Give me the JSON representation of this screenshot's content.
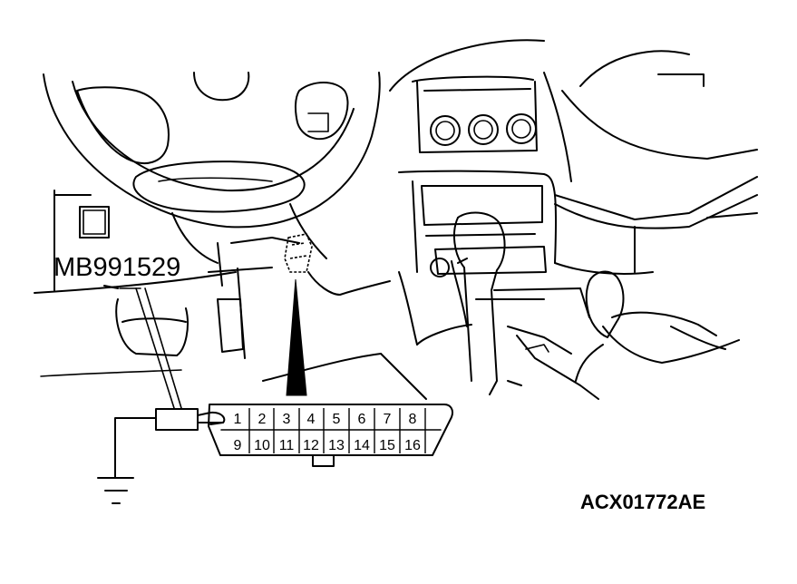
{
  "diagram": {
    "tool_label": "MB991529",
    "figure_code": "ACX01772AE",
    "connector": {
      "pins_top": [
        "1",
        "2",
        "3",
        "4",
        "5",
        "6",
        "7",
        "8"
      ],
      "pins_bottom": [
        "9",
        "10",
        "11",
        "12",
        "13",
        "14",
        "15",
        "16"
      ]
    }
  }
}
